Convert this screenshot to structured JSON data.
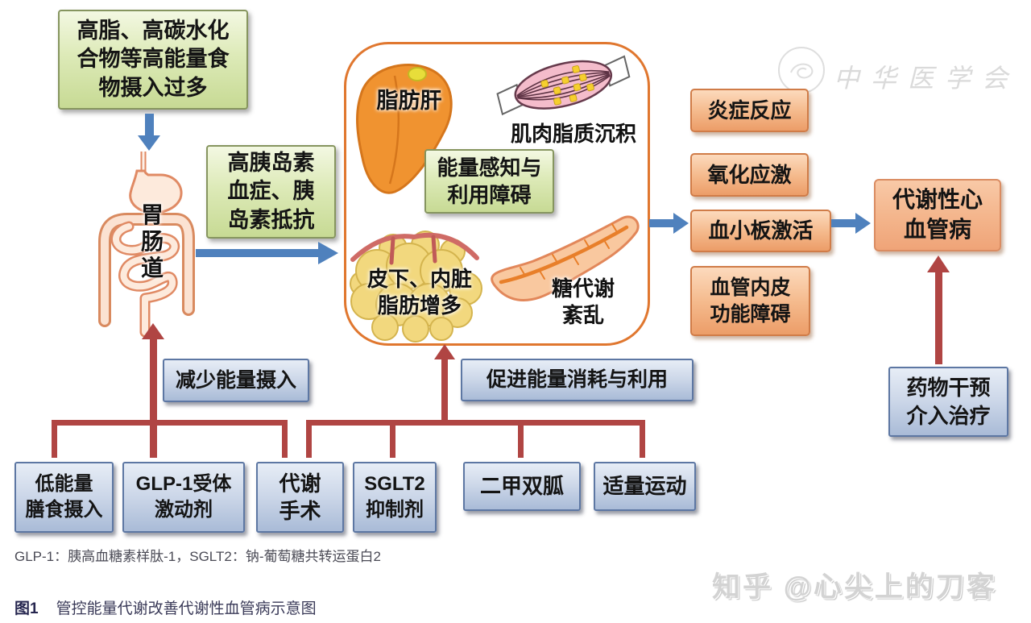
{
  "colors": {
    "arrow_blue": "#4f81bd",
    "arrow_red": "#b04543",
    "container_border": "#e0772f",
    "green_box": "#c7da94",
    "blue_box": "#a9bbd7",
    "orange_box": "#ec9d68"
  },
  "watermarks": {
    "org_seal": "中华医学会",
    "user": "知乎 @心尖上的刀客"
  },
  "flow": {
    "intake_box": "高脂、高碳水化\n合物等高能量食\n物摄入过多",
    "gi_label": "胃\n肠\n道",
    "insulin_box": "高胰岛素\n血症、胰\n岛素抵抗",
    "liver_label": "脂肪肝",
    "muscle_label": "肌肉脂质沉积",
    "energy_box": "能量感知与\n利用障碍",
    "fat_label": "皮下、内脏\n脂肪增多",
    "pancreas_label": "糖代谢\n紊乱",
    "consequences": [
      "炎症反应",
      "氧化应激",
      "血小板激活",
      "血管内皮\n功能障碍"
    ],
    "outcome_box": "代谢性心\n血管病",
    "drug_box": "药物干预\n介入治疗",
    "reduce_box": "减少能量摄入",
    "promote_box": "促进能量消耗与利用",
    "treatments": [
      "低能量\n膳食摄入",
      "GLP-1受体\n激动剂",
      "代谢\n手术",
      "SGLT2\n抑制剂",
      "二甲双胍",
      "适量运动"
    ]
  },
  "footer": {
    "footnote": "GLP-1：胰高血糖素样肽-1，SGLT2：钠-葡萄糖共转运蛋白2",
    "caption_label": "图1",
    "caption_text": "管控能量代谢改善代谢性血管病示意图"
  }
}
